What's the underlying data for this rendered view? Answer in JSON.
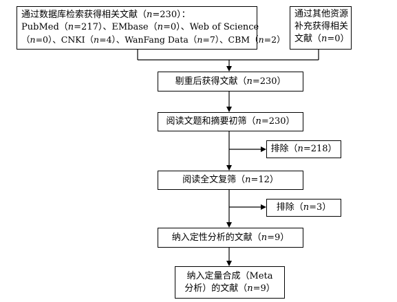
{
  "boxes": {
    "search_db": {
      "lines": [
        "通过数据库检索获得相关文献（n=230）：",
        "PubMed（n=217）、EMbase（n=0）、Web of Science",
        "（n=0）、CNKI（n=4）、WanFang Data（n=7）、CBM（n=2）"
      ]
    },
    "other_sources": {
      "lines": [
        "通过其他资源",
        "补充获得相关",
        "文献（n=0）"
      ]
    },
    "after_dedup": {
      "lines": [
        "剔重后获得文献（n=230）"
      ]
    },
    "title_abstract_screen": {
      "lines": [
        "阅读文题和摘要初筛（n=230）"
      ]
    },
    "excluded_1": {
      "lines": [
        "排除（n=218）"
      ]
    },
    "fulltext_rescreen": {
      "lines": [
        "阅读全文复筛（n=12）"
      ]
    },
    "excluded_2": {
      "lines": [
        "排除（n=3）"
      ]
    },
    "qualitative": {
      "lines": [
        "纳入定性分析的文献（n=9）"
      ]
    },
    "quantitative": {
      "lines": [
        "纳入定量合成（Meta",
        "分析）的文献（n=9）"
      ]
    }
  }
}
